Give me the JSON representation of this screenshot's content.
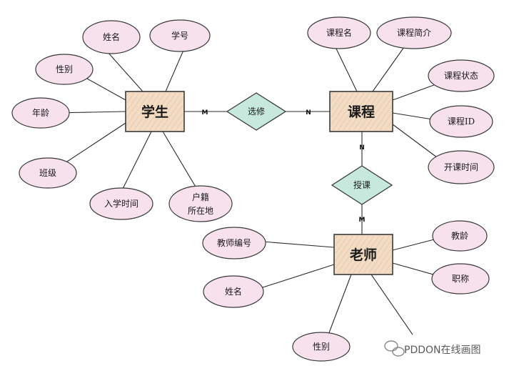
{
  "entities": {
    "student": "学生",
    "course": "课程",
    "teacher": "老师"
  },
  "relationships": {
    "enroll": "选修",
    "teach": "授课"
  },
  "cardinality": {
    "enroll_student": "M",
    "enroll_course": "N",
    "teach_course": "N",
    "teach_teacher": "M"
  },
  "attributes": {
    "student": {
      "name": "姓名",
      "student_id": "学号",
      "gender": "性别",
      "age": "年龄",
      "class": "班级",
      "enroll_time": "入学时间",
      "household_line1": "户籍",
      "household_line2": "所在地"
    },
    "course": {
      "name": "课程名",
      "intro": "课程简介",
      "status": "课程状态",
      "id": "课程ID",
      "start_time": "开课时间"
    },
    "teacher": {
      "number": "教师编号",
      "name": "姓名",
      "gender": "性别",
      "seniority": "教龄",
      "title": "职称"
    }
  },
  "watermark": {
    "text": "PDDON在线画图"
  },
  "colors": {
    "entity_fill": "#f2dcc4",
    "attribute_fill": "#f6e1ec",
    "relationship_fill": "#c7e8dd",
    "stroke": "#3a3a3a"
  }
}
